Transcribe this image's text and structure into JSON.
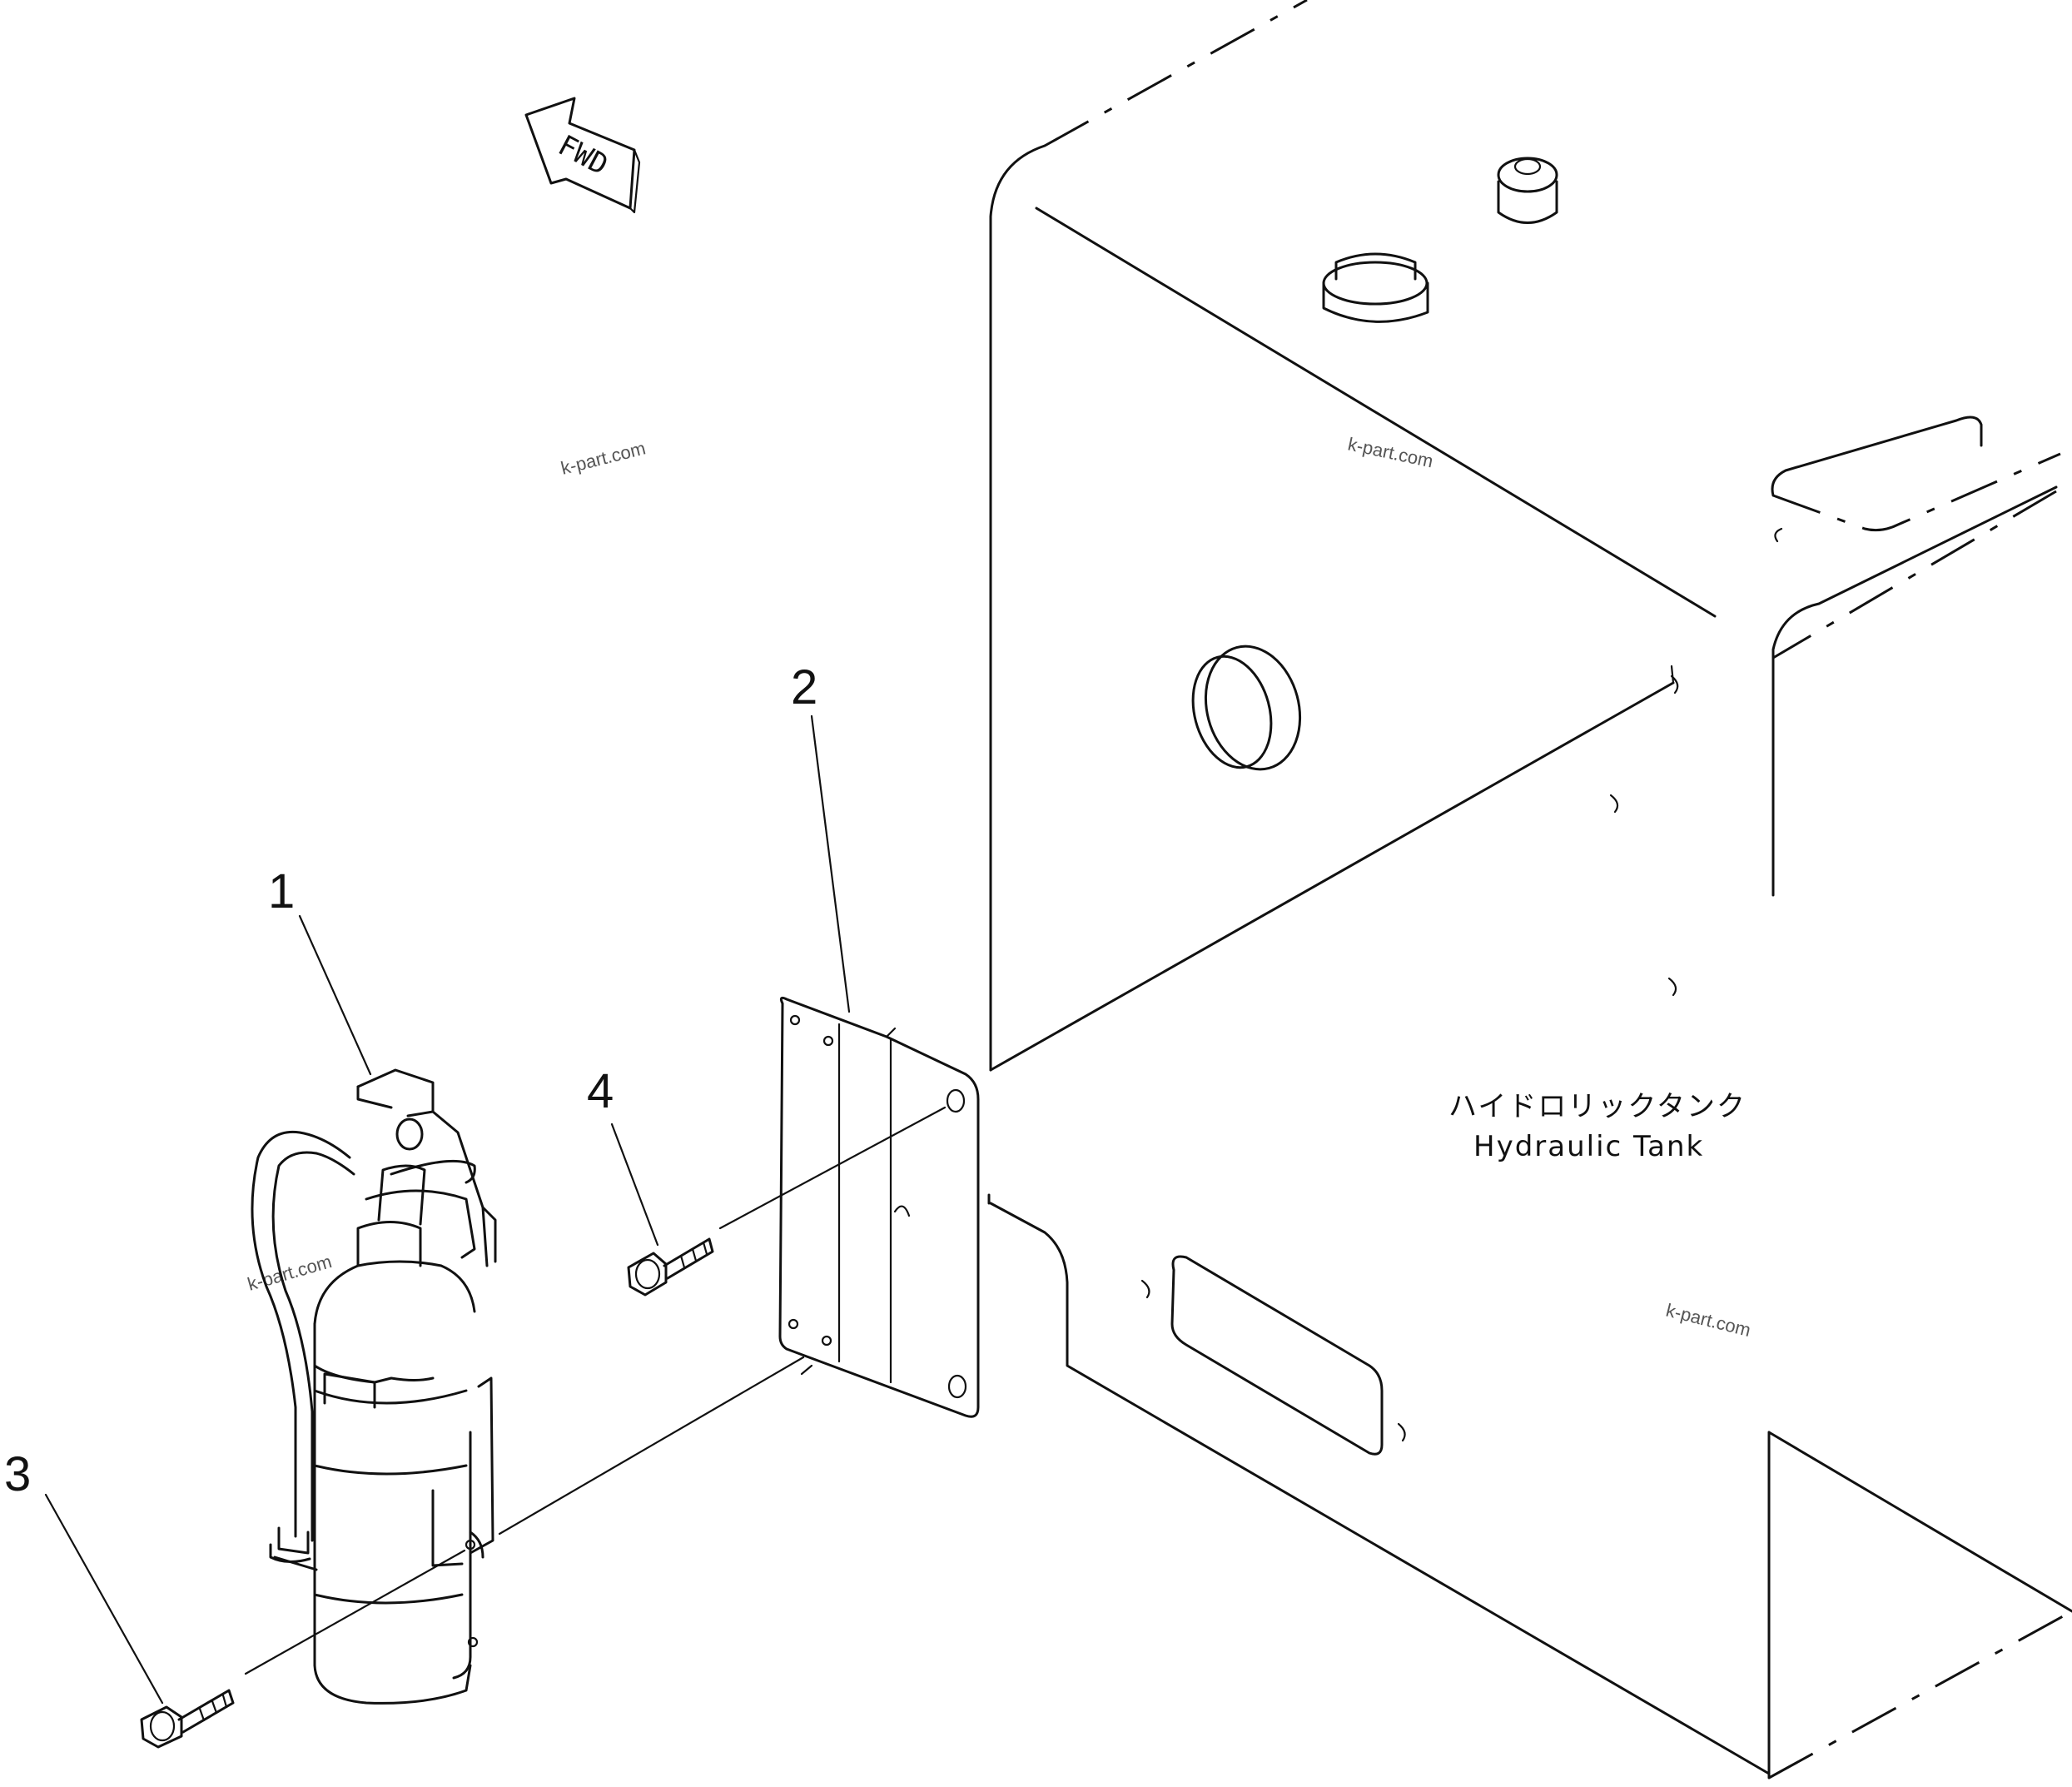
{
  "callouts": [
    "1",
    "2",
    "3",
    "4"
  ],
  "forward_arrow": {
    "label": "FWD"
  },
  "tank_label": {
    "japanese": "ハイドロリックタンク",
    "english": "Hydraulic Tank"
  },
  "watermarks": [
    "k-part.com",
    "k-part.com",
    "k-part.com",
    "k-part.com"
  ]
}
